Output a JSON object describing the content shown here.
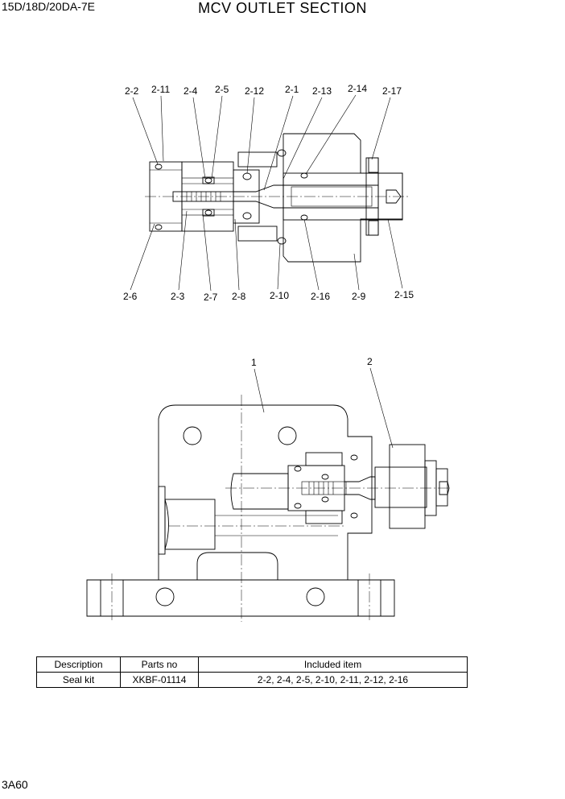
{
  "header": {
    "model": "15D/18D/20DA-7E",
    "title": "MCV OUTLET SECTION"
  },
  "footer": {
    "page_number": "3A60"
  },
  "callouts": {
    "top_upper": [
      "2-2",
      "2-11",
      "2-4",
      "2-5",
      "2-12",
      "2-1",
      "2-13",
      "2-14",
      "2-17"
    ],
    "top_lower": [
      "2-6",
      "2-3",
      "2-7",
      "2-8",
      "2-10",
      "2-16",
      "2-9",
      "2-15"
    ],
    "assembly": [
      "1",
      "2"
    ]
  },
  "parts_table": {
    "headers": [
      "Description",
      "Parts no",
      "Included item"
    ],
    "rows": [
      [
        "Seal kit",
        "XKBF-01114",
        "2-2, 2-4, 2-5, 2-10, 2-11, 2-12, 2-16"
      ]
    ]
  }
}
